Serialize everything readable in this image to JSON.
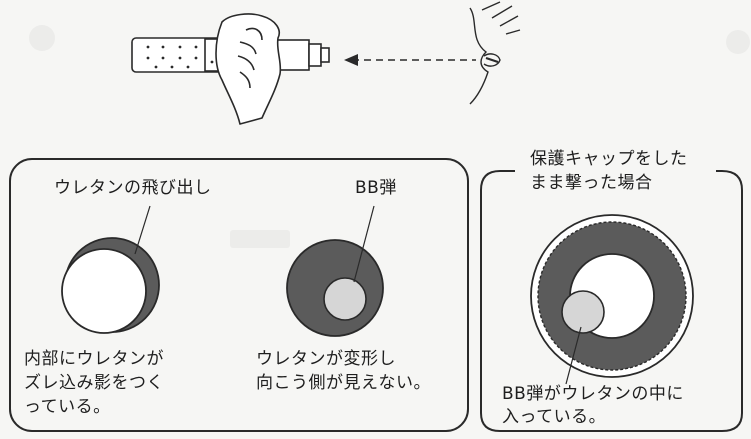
{
  "left_panel": {
    "urethane_label": "ウレタンの飛び出し",
    "bb_label": "BB弾",
    "caption_left": [
      "内部にウレタンが",
      "ズレ込み影をつく",
      "っている。"
    ],
    "caption_right": [
      "ウレタンが変形し",
      "向こう側が見えない。"
    ]
  },
  "right_panel": {
    "heading": [
      "保護キャップをした",
      "まま撃った場合"
    ],
    "caption": [
      "BB弾がウレタンの中に",
      "入っている。"
    ]
  },
  "colors": {
    "dark_fill": "#5b5b5b",
    "light_fill": "#d6d6d6",
    "line": "#2a2a2a"
  }
}
